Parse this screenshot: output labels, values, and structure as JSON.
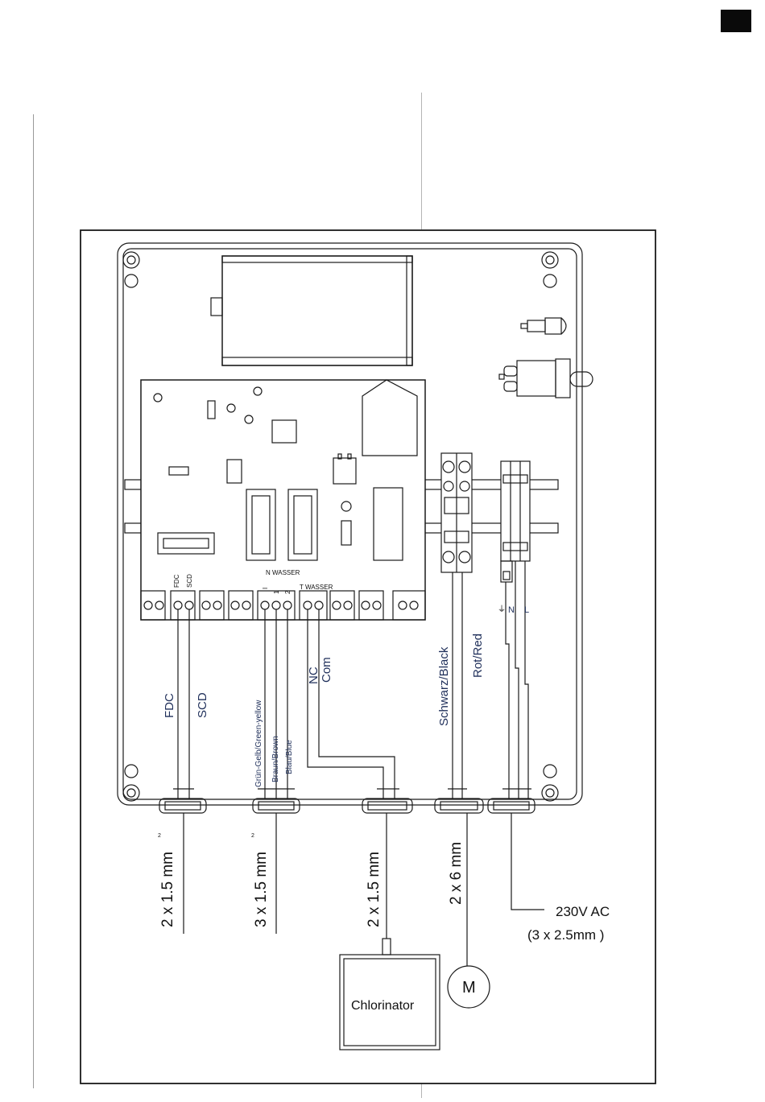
{
  "labels": {
    "n_wasser": "N WASSER",
    "t_wasser": "T WASSER",
    "fdc_small": "FDC",
    "scd_small": "SCD",
    "pin_1": "I",
    "pin_2": "1",
    "pin_3": "2",
    "earth": "⏚",
    "n": "N",
    "l": "L",
    "fdc": "FDC",
    "scd": "SCD",
    "green_yellow": "Grün-Gelb/Green-yellow",
    "braun": "Braun/Brown",
    "blau": "Blau/Blue",
    "nc": "NC",
    "com": "Com",
    "schwarz": "Schwarz/Black",
    "rot": "Rot/Red",
    "cable_1": "2 x 1.5 mm",
    "cable_2": "3 x 1.5 mm",
    "cable_3": "2 x 1.5 mm",
    "cable_4": "2 x 6 mm",
    "sup_1": "2",
    "sup_2": "2",
    "power": "230V AC",
    "power_spec": "(3 x 2.5mm )",
    "chlorinator": "Chlorinator",
    "motor": "M"
  },
  "colors": {
    "line": "#1a1a1a",
    "label_blue": "#1f2f5a",
    "tab": "#0a0a0a"
  }
}
